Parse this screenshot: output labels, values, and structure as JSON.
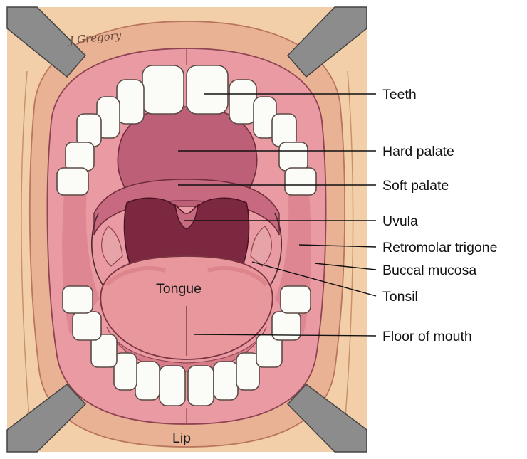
{
  "signature": "J Gregory",
  "labels": {
    "teeth": "Teeth",
    "hard_palate": "Hard palate",
    "soft_palate": "Soft palate",
    "uvula": "Uvula",
    "retromolar_trigone": "Retromolar trigone",
    "buccal_mucosa": "Buccal mucosa",
    "tonsil": "Tonsil",
    "floor_of_mouth": "Floor of mouth"
  },
  "inline_labels": {
    "tongue": "Tongue",
    "lip": "Lip"
  },
  "colors": {
    "skin": "#f3cfa9",
    "lip": "#e8a98c",
    "gum": "#e7909a",
    "palate": "#b85a72",
    "throat": "#7c2841",
    "tongue": "#e8989c",
    "retractor": "#8c8c8c"
  }
}
